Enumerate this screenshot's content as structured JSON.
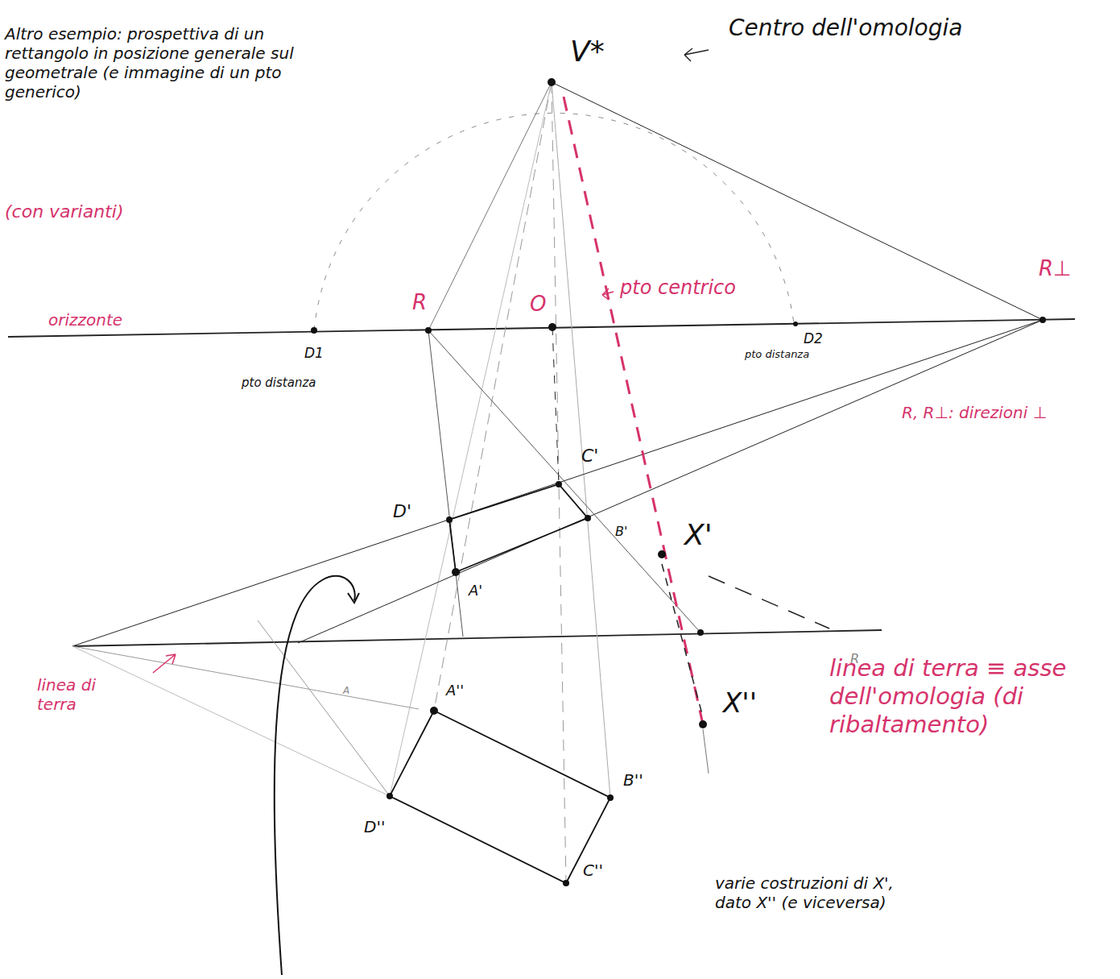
{
  "diagram": {
    "labels": [
      "Altro esempio: prospettiva di un rettangolo in posizione generale sul geometrale (e immagine di un pto generico)",
      "(con varianti)",
      "V*",
      "Centro dell'omologia",
      "orizzonte",
      "D1",
      "pto distanza",
      "R",
      "O",
      "pto centrico",
      "D2",
      "pto distanza",
      "R⊥",
      "R, R⊥: direzioni ⊥",
      "C'",
      "D'",
      "B'",
      "X'",
      "A'",
      "linea di terra",
      "A''",
      "X''",
      "R",
      "A",
      "B''",
      "D''",
      "C''",
      "linea di terra ≡ asse dell'omologia (di ribaltamento)",
      "varie costruzioni di X', dato X'' (e viceversa)"
    ]
  }
}
